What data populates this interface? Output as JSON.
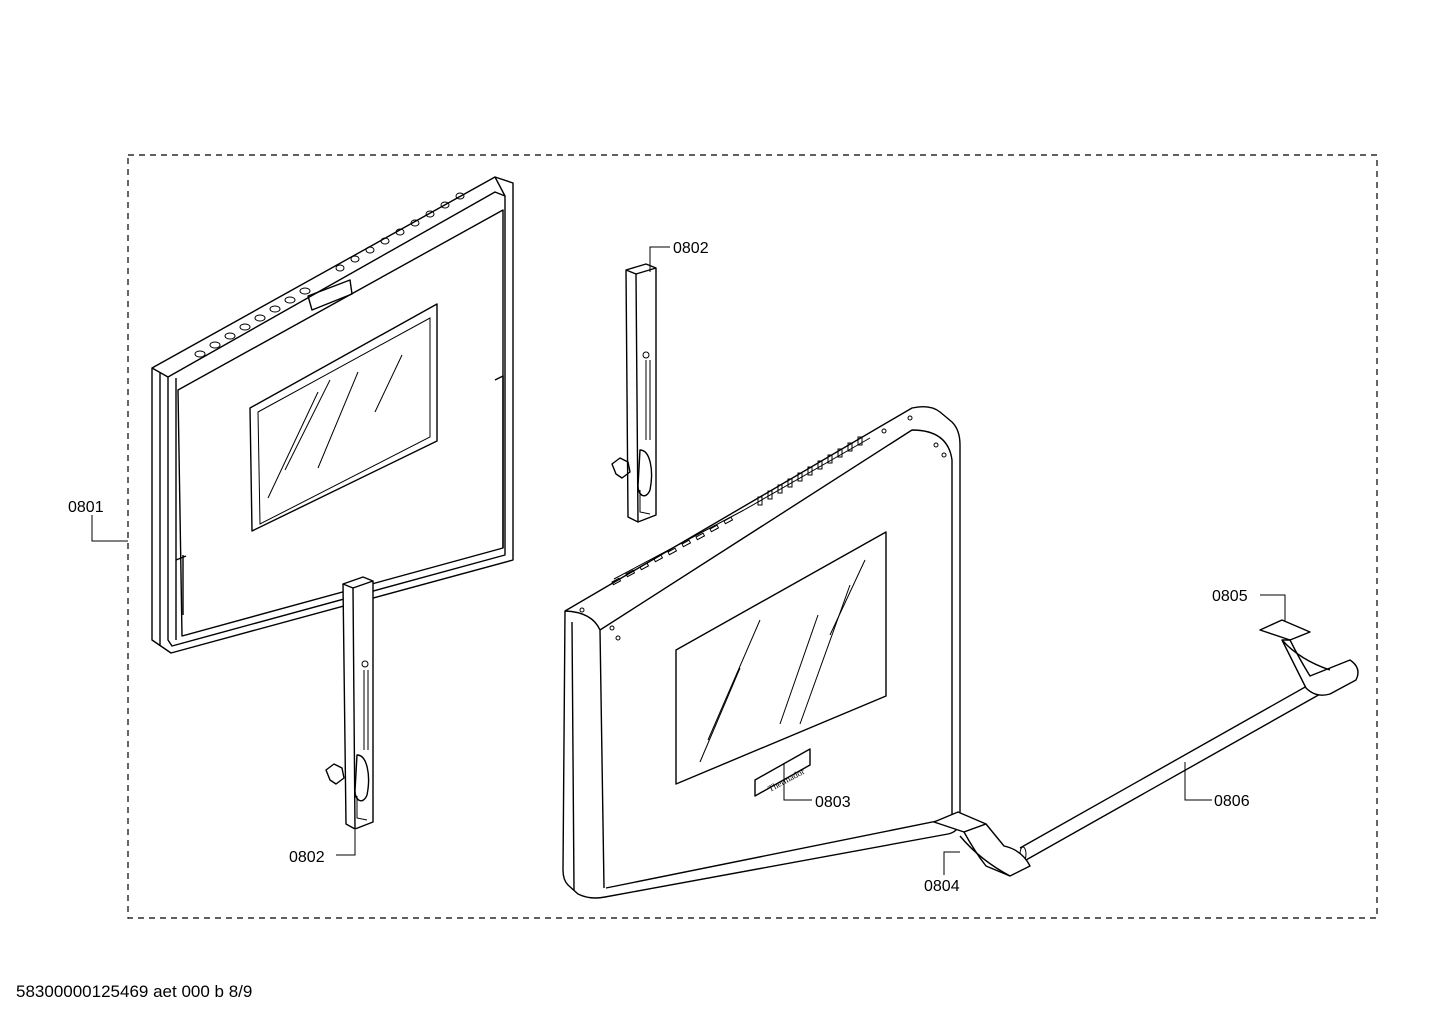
{
  "diagram": {
    "labels": {
      "p0801": "0801",
      "p0802a": "0802",
      "p0802b": "0802",
      "p0803": "0803",
      "p0804": "0804",
      "p0805": "0805",
      "p0806": "0806"
    },
    "footer": "58300000125469 aet 000 b 8/9"
  }
}
